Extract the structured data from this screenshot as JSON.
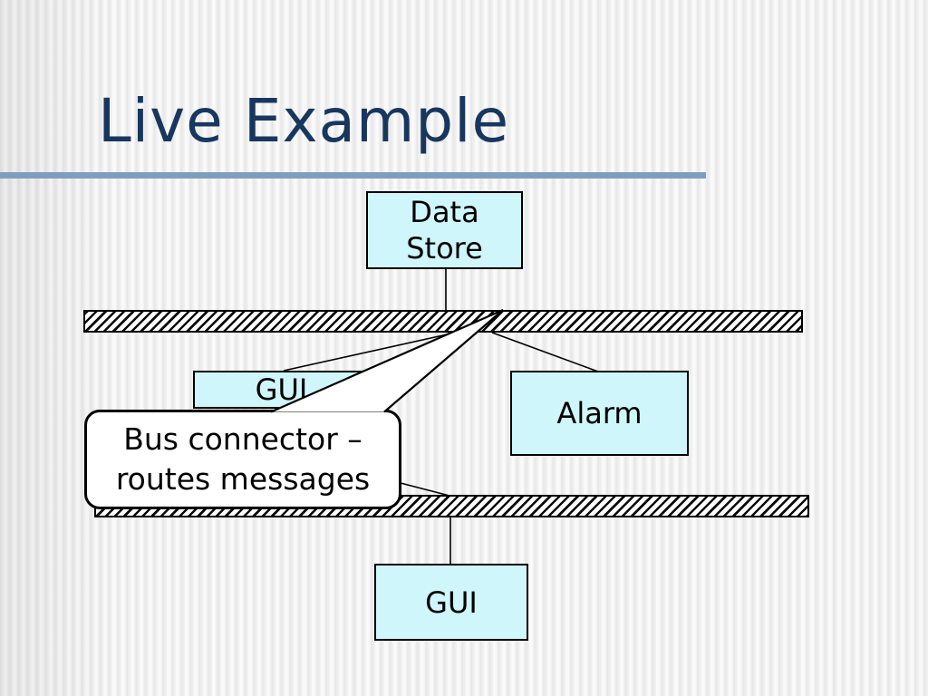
{
  "slide": {
    "title": "Live Example",
    "title_color": "#17375e",
    "underline_color": "#7f9dbf",
    "background_style": "vertical-gray-stripes"
  },
  "diagram": {
    "box_fill_color": "#cff6fa",
    "box_border_color": "#000000",
    "boxes": {
      "data_store": {
        "line1": "Data",
        "line2": "Store"
      },
      "gui_top": {
        "label": "GUI"
      },
      "alarm": {
        "label": "Alarm"
      },
      "gui_bottom": {
        "label": "GUI"
      }
    },
    "buses": {
      "count": 2,
      "style": "black-diagonal-hatch"
    },
    "callout": {
      "line1": "Bus connector –",
      "line2": "routes messages"
    }
  }
}
